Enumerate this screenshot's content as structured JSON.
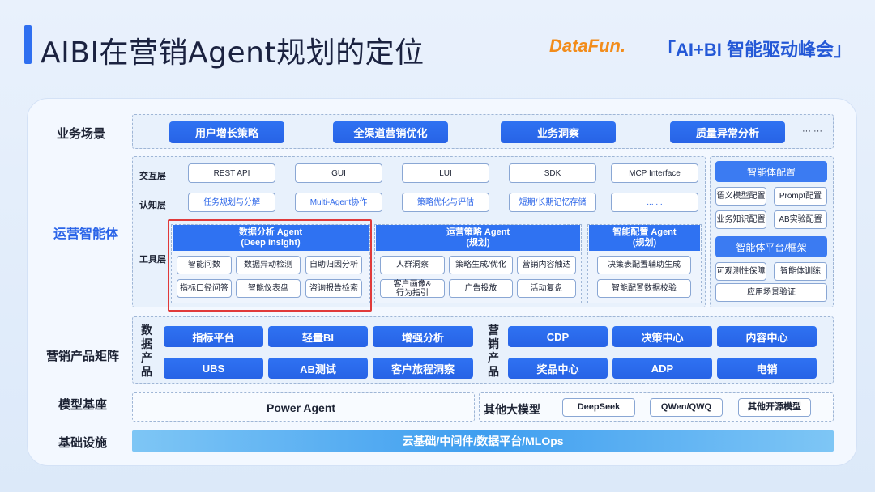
{
  "header": {
    "title": "AIBI在营销Agent规划的定位",
    "brand": "DataFun.",
    "event": "「AI+BI 智能驱动峰会」"
  },
  "rows": {
    "business": "业务场景",
    "agent": "运营智能体",
    "product": "营销产品矩阵",
    "model": "模型基座",
    "infra": "基础设施"
  },
  "business_scenarios": [
    "用户增长策略",
    "全渠道营销优化",
    "业务洞察",
    "质量异常分析",
    "··· ···"
  ],
  "layers": {
    "interaction_label": "交互层",
    "interaction": [
      "REST API",
      "GUI",
      "LUI",
      "SDK",
      "MCP Interface"
    ],
    "cognition_label": "认知层",
    "cognition": [
      "任务规划与分解",
      "Multi-Agent协作",
      "策略优化与评估",
      "短期/长期记忆存储",
      "... ..."
    ],
    "tool_label": "工具层"
  },
  "agents": {
    "data_analysis": {
      "title": "数据分析 Agent",
      "subtitle": "(Deep Insight)",
      "tools": [
        "智能问数",
        "数据异动检测",
        "自助归因分析",
        "指标口径问答",
        "智能仪表盘",
        "咨询报告检索"
      ]
    },
    "strategy": {
      "title": "运营策略 Agent",
      "subtitle": "(规划)",
      "tools": [
        "人群洞察",
        "策略生成/优化",
        "营销内容触达",
        "客户画像&\n行为指引",
        "广告投放",
        "活动复盘"
      ]
    },
    "config": {
      "title": "智能配置 Agent",
      "subtitle": "(规划)",
      "tools": [
        "决策表配置辅助生成",
        "智能配置数据校验"
      ]
    }
  },
  "side_panel": {
    "config_title": "智能体配置",
    "config_items": [
      "语义模型配置",
      "Prompt配置",
      "业务知识配置",
      "AB实验配置"
    ],
    "platform_title": "智能体平台/框架",
    "platform_items": [
      "可观测性保障",
      "智能体训练",
      "应用场景验证"
    ]
  },
  "products": {
    "data_label": "数\n据\n产\n品",
    "data": [
      "指标平台",
      "轻量BI",
      "增强分析",
      "UBS",
      "AB测试",
      "客户旅程洞察"
    ],
    "marketing_label": "营\n销\n产\n品",
    "marketing": [
      "CDP",
      "决策中心",
      "内容中心",
      "奖品中心",
      "ADP",
      "电销"
    ]
  },
  "models": {
    "power_agent": "Power Agent",
    "other_label": "其他大模型",
    "others": [
      "DeepSeek",
      "QWen/QWQ",
      "其他开源模型"
    ]
  },
  "infra_text": "云基础/中间件/数据平台/MLOps",
  "colors": {
    "accent": "#2f72f2",
    "highlight": "#e03a3a",
    "brand": "#f28c1b"
  }
}
